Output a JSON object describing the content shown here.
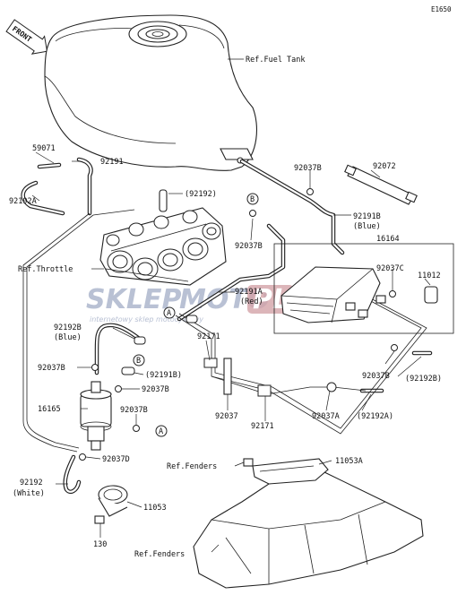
{
  "diagram_code": "E1650",
  "front_label": "FRONT",
  "watermark": {
    "brand_left": "SKLEP",
    "brand_mid": "MOTO",
    "brand_right": "PL",
    "tagline": "internetowy sklep motocyklowy"
  },
  "callouts": {
    "ref_fuel_tank": "Ref.Fuel Tank",
    "ref_throttle": "Ref.Throttle",
    "ref_fenders_upper": "Ref.Fenders",
    "ref_fenders_lower": "Ref.Fenders",
    "p59071": "59071",
    "p92191": "92191",
    "p92192A_top": "92192A",
    "p92192_paren": "(92192)",
    "p92037B_a": "92037B",
    "p92072": "92072",
    "p92191B": "92191B",
    "p92191B_color": "(Blue)",
    "p92037B_b": "92037B",
    "p16164": "16164",
    "p92037C": "92037C",
    "p11012": "11012",
    "p92191A": "92191A",
    "p92191A_color": "(Red)",
    "p92192B": "92192B",
    "p92192B_color": "(Blue)",
    "p92171_a": "92171",
    "p92037B_c": "92037B",
    "p92191B_paren": "(92191B)",
    "p92037B_d": "92037B",
    "p92037B_e": "92037B",
    "p92192B_paren": "(92192B)",
    "p16165": "16165",
    "p92037B_f": "92037B",
    "p92037": "92037",
    "p92171_b": "92171",
    "p92037A": "92037A",
    "p92192A_paren": "(92192A)",
    "p92037D": "92037D",
    "p11053A": "11053A",
    "p92192": "92192",
    "p92192_color": "(White)",
    "p11053": "11053",
    "p130": "130",
    "marker_A": "A",
    "marker_B": "B"
  }
}
